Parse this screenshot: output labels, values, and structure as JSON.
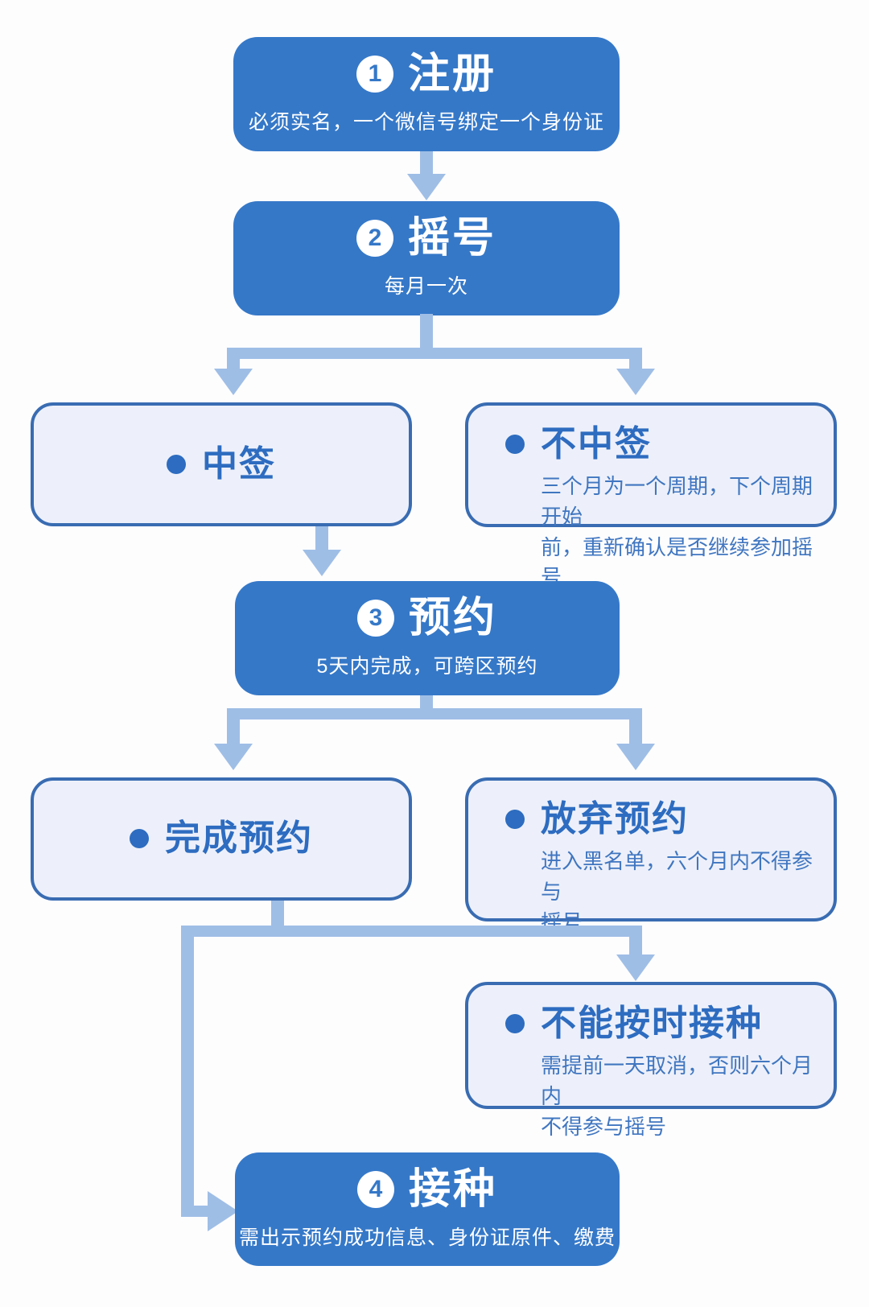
{
  "colors": {
    "primary_blue": "#3578c8",
    "arrow_blue": "#9fbee6",
    "outcome_bg": "#edf0fa",
    "outcome_border": "#396cb2",
    "outcome_title": "#2d6cc0",
    "outcome_desc": "#4076c0"
  },
  "nodes": {
    "register": {
      "number": "1",
      "title": "注册",
      "subtitle": "必须实名，一个微信号绑定一个身份证"
    },
    "lottery": {
      "number": "2",
      "title": "摇号",
      "subtitle": "每月一次"
    },
    "win": {
      "title": "中签"
    },
    "lose": {
      "title": "不中签",
      "description_lines": [
        "三个月为一个周期，下个周期开始",
        "前，重新确认是否继续参加摇号"
      ]
    },
    "reserve": {
      "number": "3",
      "title": "预约",
      "subtitle": "5天内完成，可跨区预约"
    },
    "complete": {
      "title": "完成预约"
    },
    "abandon": {
      "title": "放弃预约",
      "description_lines": [
        "进入黑名单，六个月内不得参与",
        "摇号"
      ]
    },
    "miss": {
      "title": "不能按时接种",
      "description_lines": [
        "需提前一天取消，否则六个月内",
        "不得参与摇号"
      ]
    },
    "vaccinate": {
      "number": "4",
      "title": "接种",
      "subtitle": "需出示预约成功信息、身份证原件、缴费"
    }
  },
  "edges": [
    {
      "from": "register",
      "to": "lottery"
    },
    {
      "from": "lottery",
      "to": "win"
    },
    {
      "from": "lottery",
      "to": "lose"
    },
    {
      "from": "win",
      "to": "reserve"
    },
    {
      "from": "reserve",
      "to": "complete"
    },
    {
      "from": "reserve",
      "to": "abandon"
    },
    {
      "from": "complete",
      "to": "miss"
    },
    {
      "from": "complete",
      "to": "vaccinate"
    }
  ]
}
